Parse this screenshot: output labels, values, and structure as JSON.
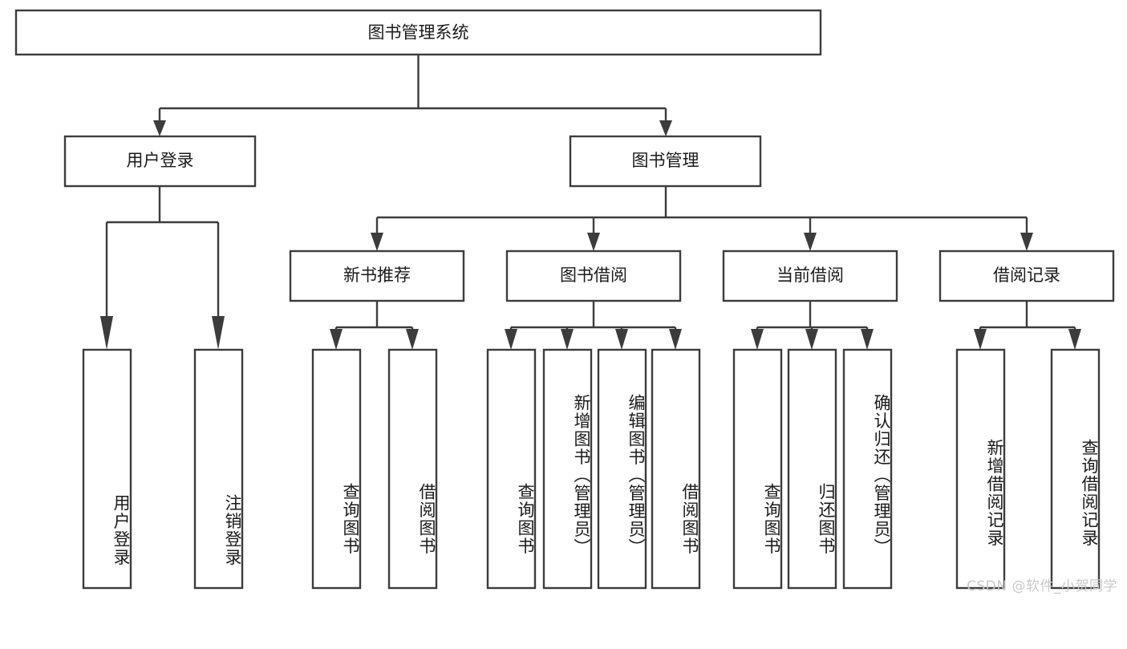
{
  "diagram": {
    "type": "tree-hierarchy",
    "title": "图书管理系统",
    "orientation": "top-down",
    "colors": {
      "box_fill": "#ffffff",
      "box_stroke": "#3c3c3c",
      "text": "#1a1a1a",
      "background": "#ffffff",
      "watermark": "#c8c8c8"
    },
    "root": {
      "label": "图书管理系统"
    },
    "level1": [
      {
        "label": "用户登录"
      },
      {
        "label": "图书管理"
      }
    ],
    "level2": [
      {
        "label": "新书推荐"
      },
      {
        "label": "图书借阅"
      },
      {
        "label": "当前借阅"
      },
      {
        "label": "借阅记录"
      }
    ],
    "leaves": {
      "user_login": [
        {
          "label": "用户登录"
        },
        {
          "label": "注销登录"
        }
      ],
      "new_book_recommend": [
        {
          "label": "查询图书"
        },
        {
          "label": "借阅图书"
        }
      ],
      "book_borrow": [
        {
          "label": "查询图书"
        },
        {
          "label": "新增图书（管理员）"
        },
        {
          "label": "编辑图书（管理员）"
        },
        {
          "label": "借阅图书"
        }
      ],
      "current_borrow": [
        {
          "label": "查询图书"
        },
        {
          "label": "归还图书"
        },
        {
          "label": "确认归还（管理员）"
        }
      ],
      "borrow_record": [
        {
          "label": "新增借阅记录"
        },
        {
          "label": "查询借阅记录"
        }
      ]
    }
  },
  "watermark": {
    "text": "CSDN @软件_小贺同学"
  }
}
